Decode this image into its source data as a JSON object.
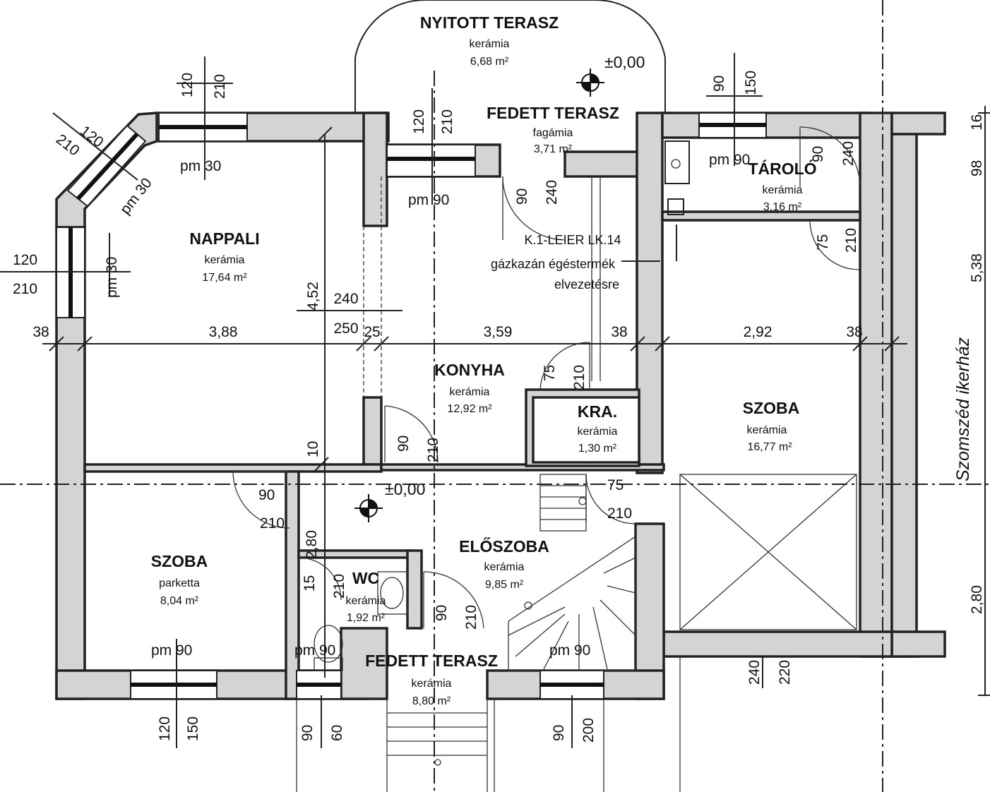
{
  "rooms": {
    "nyitott": {
      "name": "NYITOTT TERASZ",
      "floor": "kerámia",
      "area": "6,68 m²"
    },
    "fedett_top": {
      "name": "FEDETT TERASZ",
      "floor": "fagámia",
      "area": "3,71 m²"
    },
    "taroló": {
      "name": "TÁROLÓ",
      "floor": "kerámia",
      "area": "3,16 m²"
    },
    "nappali": {
      "name": "NAPPALI",
      "floor": "kerámia",
      "area": "17,64 m²"
    },
    "konyha": {
      "name": "KONYHA",
      "floor": "kerámia",
      "area": "12,92 m²"
    },
    "kra": {
      "name": "KRA.",
      "floor": "kerámia",
      "area": "1,30 m²"
    },
    "szoba_right": {
      "name": "SZOBA",
      "floor": "kerámia",
      "area": "16,77 m²"
    },
    "szoba_left": {
      "name": "SZOBA",
      "floor": "parketta",
      "area": "8,04 m²"
    },
    "wc": {
      "name": "WC",
      "floor": "kerámia",
      "area": "1,92 m²"
    },
    "eloszoba": {
      "name": "ELŐSZOBA",
      "floor": "kerámia",
      "area": "9,85 m²"
    },
    "fedett_bottom": {
      "name": "FEDETT TERASZ",
      "floor": "kerámia",
      "area": "8,80 m²"
    }
  },
  "annotations": {
    "leier_1": "K.1-LEIER LK.14",
    "leier_2": "gázkazán égéstermék",
    "leier_3": "elvezetésre",
    "neighbor": "Szomszéd ikerház",
    "level_top": "±0,00",
    "level_mid": "±0,00"
  },
  "dims": {
    "d38a": "38",
    "d388": "3,88",
    "d250": "250",
    "d25": "25",
    "d359": "3,59",
    "d38b": "38",
    "d292": "2,92",
    "d38c": "38",
    "d240h": "240",
    "d452": "4,52",
    "d10": "10",
    "d538": "5,38",
    "d280r": "2,80",
    "d280v": "2,80",
    "w_top_120": "120",
    "w_top_210": "210",
    "w_top_pm": "pm 30",
    "w_diag_120": "120",
    "w_diag_210": "210",
    "w_diag_pm": "pm 30",
    "w_left_120": "120",
    "w_left_210": "210",
    "w_left_pm": "pm 30",
    "w_kit_120": "120",
    "w_kit_210": "210",
    "w_kit_pm": "pm 90",
    "dr_top_90": "90",
    "dr_top_240": "240",
    "w_tar_90": "90",
    "w_tar_150": "150",
    "w_tar_pm": "pm 90",
    "dr_tar_90": "90",
    "dr_tar_240": "240",
    "dr_hall_75": "75",
    "dr_hall_210": "210",
    "dr_kra_75": "75",
    "dr_kra_210": "210",
    "dr_kon_90": "90",
    "dr_kon_210": "210",
    "dr_szl_90": "90",
    "dr_szl_210": "210",
    "dr_szr_75": "75",
    "dr_szr_210": "210",
    "dr_wc_15": "15",
    "dr_wc_210": "210",
    "dr_ent_90": "90",
    "dr_ent_210": "210",
    "w_szl_pm": "pm 90",
    "w_wc_pm": "pm 90",
    "w_st_pm": "pm 90",
    "w_b1_120": "120",
    "w_b1_150": "150",
    "w_b2_90": "90",
    "w_b2_60": "60",
    "w_b3_90": "90",
    "w_b3_200": "200",
    "w_b4_240": "240",
    "w_b4_220": "220",
    "r_16": "16",
    "r_98": "98"
  }
}
